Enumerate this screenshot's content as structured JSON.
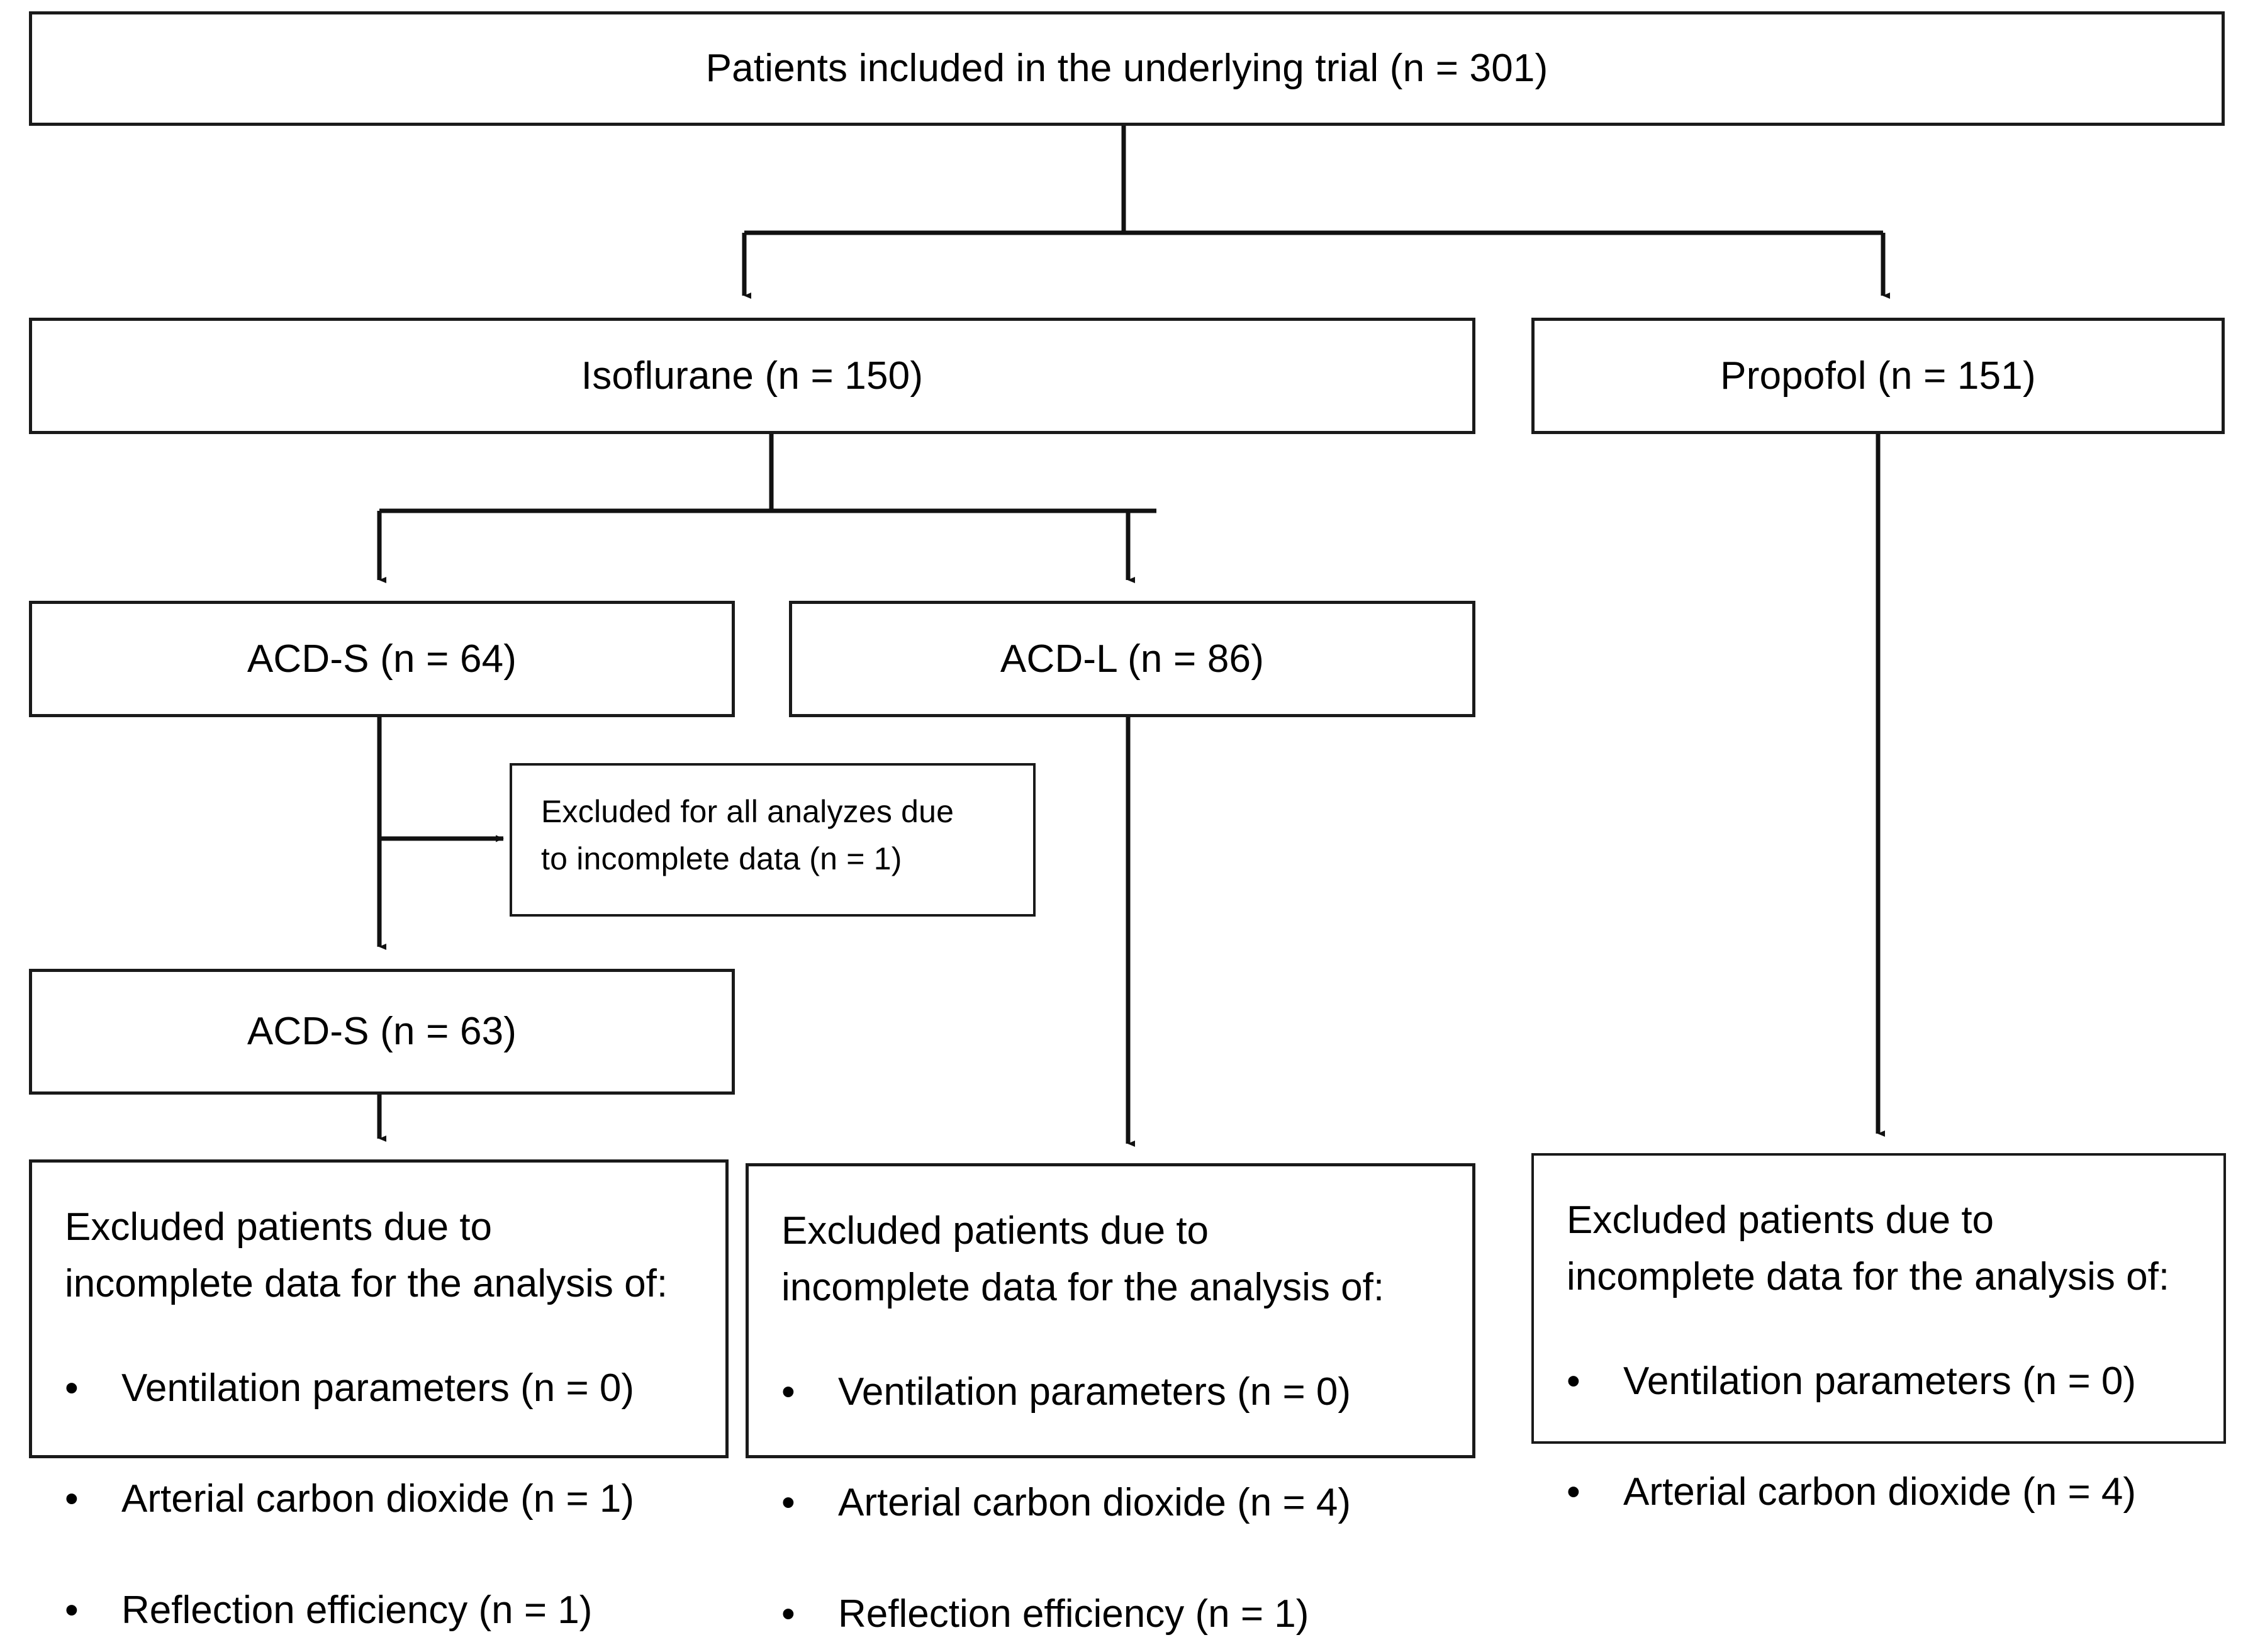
{
  "diagram": {
    "type": "flowchart",
    "title_node": {
      "id": "enrolled",
      "text": "Patients included in the underlying trial (n = 301)",
      "n": 301
    },
    "groups": [
      {
        "id": "isoflurane",
        "text": "Isoflurane (n = 150)",
        "n": 150
      },
      {
        "id": "propofol",
        "text": "Propofol (n = 151)",
        "n": 151
      }
    ],
    "subgroups": [
      {
        "id": "acds64",
        "text": "ACD-S (n = 64)",
        "n": 64
      },
      {
        "id": "acdl86",
        "text": "ACD-L (n = 86)",
        "n": 86
      }
    ],
    "exclusion_note": {
      "id": "excluded-all",
      "line1": "Excluded for all analyzes due",
      "line2": "to incomplete data (n = 1)",
      "n": 1
    },
    "subgroup_after": {
      "id": "acds63",
      "text": "ACD-S (n = 63)",
      "n": 63
    },
    "outcome_boxes": [
      {
        "id": "excluded-acds",
        "heading_line1": "Excluded patients due to",
        "heading_line2": "incomplete data for the analysis of:",
        "bullet_marker": "•",
        "bullets": [
          {
            "label": "Ventilation parameters (n = 0)",
            "n": 0
          },
          {
            "label": "Arterial carbon dioxide (n = 1)",
            "n": 1
          },
          {
            "label": "Reflection efficiency (n = 1)",
            "n": 1
          }
        ]
      },
      {
        "id": "excluded-acdl",
        "heading_line1": "Excluded patients due to",
        "heading_line2": "incomplete data for the analysis of:",
        "bullet_marker": "•",
        "bullets": [
          {
            "label": "Ventilation parameters (n = 0)",
            "n": 0
          },
          {
            "label": "Arterial carbon dioxide (n = 4)",
            "n": 4
          },
          {
            "label": "Reflection efficiency (n = 1)",
            "n": 1
          }
        ]
      },
      {
        "id": "excluded-propofol",
        "heading_line1": "Excluded patients due to",
        "heading_line2": "incomplete data for the analysis of:",
        "bullet_marker": "•",
        "bullets": [
          {
            "label": "Ventilation parameters (n = 0)",
            "n": 0
          },
          {
            "label": "Arterial carbon dioxide (n = 4)",
            "n": 4
          }
        ]
      }
    ],
    "colors": {
      "stroke": "#1a1a1a",
      "background": "#ffffff",
      "text": "#000000"
    }
  }
}
